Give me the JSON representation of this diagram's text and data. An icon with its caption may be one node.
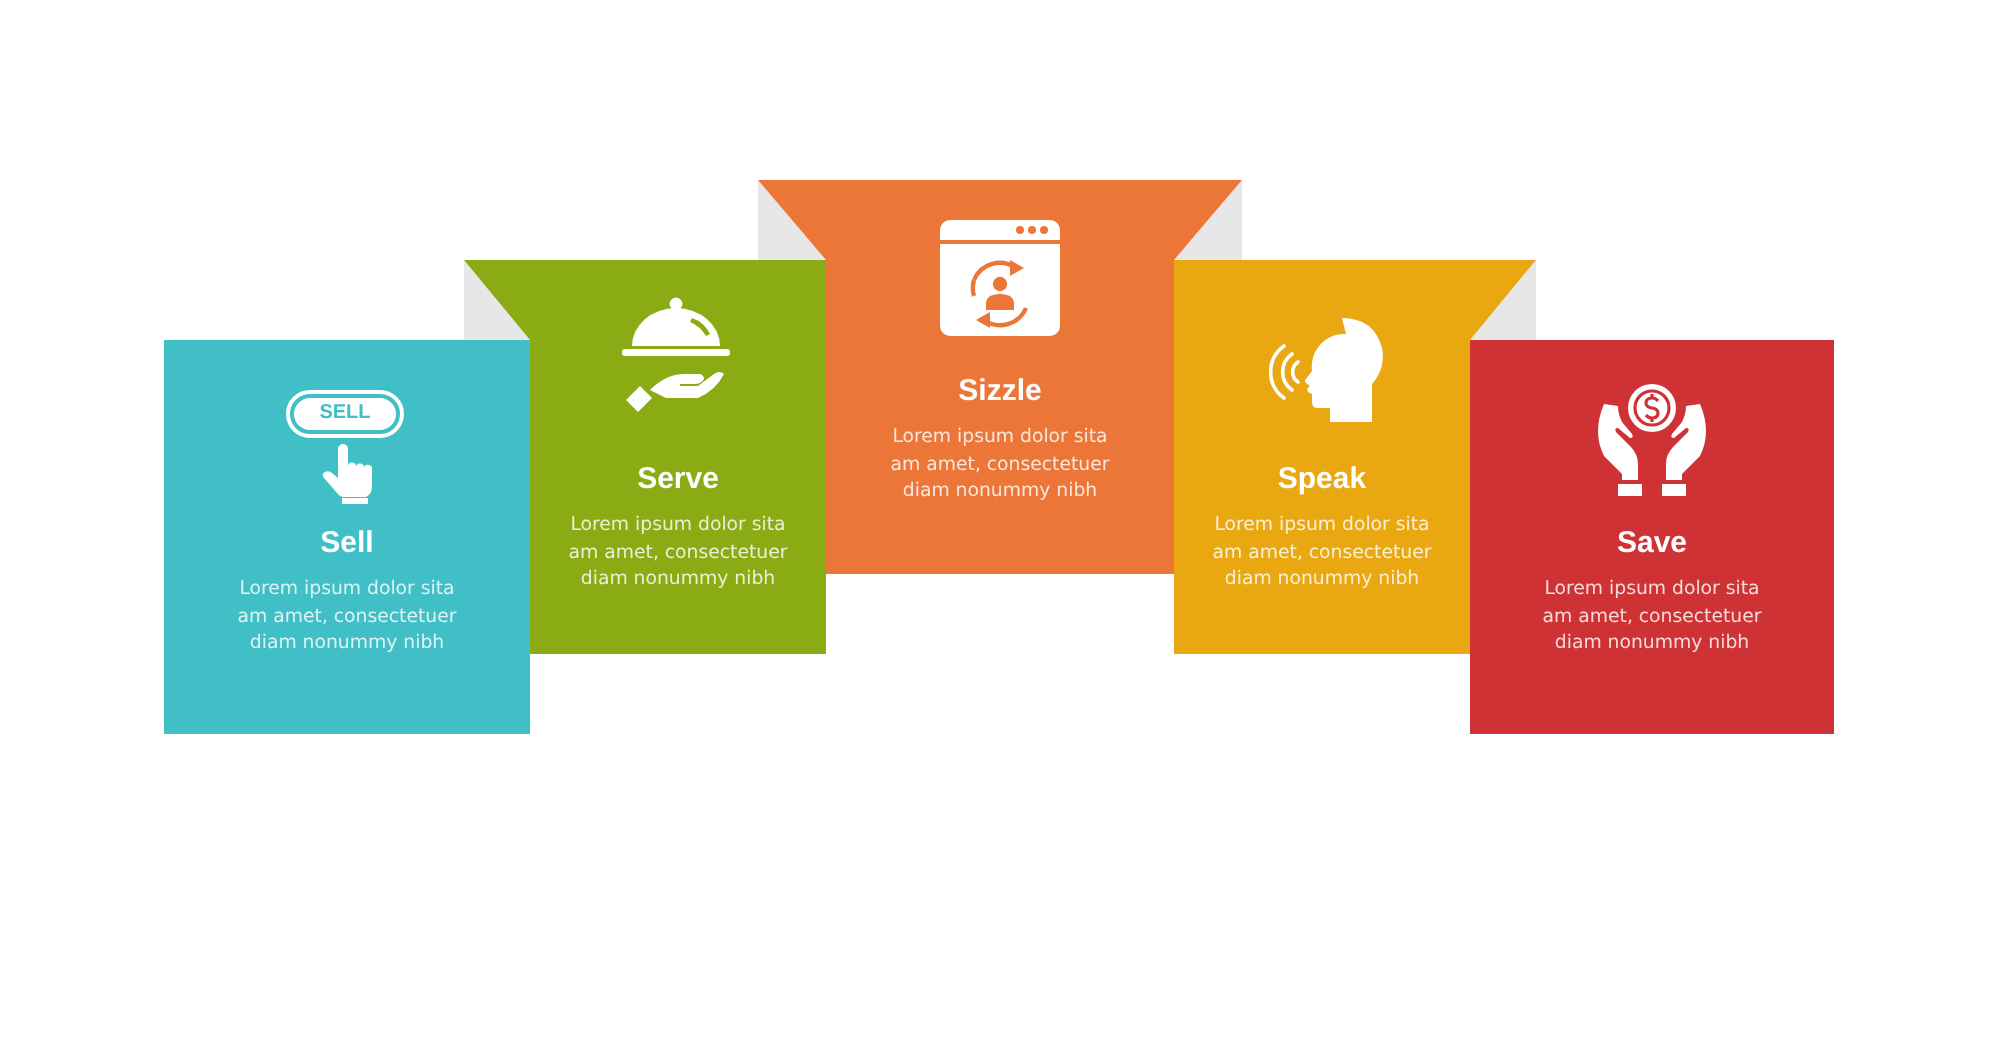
{
  "diagram": {
    "nodes": [
      {
        "text": [
          "Sell",
          "Lorem ipsum dolor sita am amet, consectetuer diam nonummy nibh"
        ]
      },
      {
        "text": [
          "SELL"
        ],
        "in": 0
      },
      {
        "text": [
          "Serve",
          "Lorem ipsum dolor sita am amet, consectetuer diam nonummy nibh"
        ]
      },
      {
        "text": [
          "Sizzle",
          "Lorem ipsum dolor sita am amet, consectetuer diam nonummy nibh"
        ]
      },
      {
        "text": [
          "Speak",
          "Lorem ipsum dolor sita am amet, consectetuer diam nonummy nibh"
        ]
      },
      {
        "text": [
          "Save",
          "Lorem ipsum dolor sita am amet, consectetuer diam nonummy nibh"
        ]
      }
    ]
  }
}
